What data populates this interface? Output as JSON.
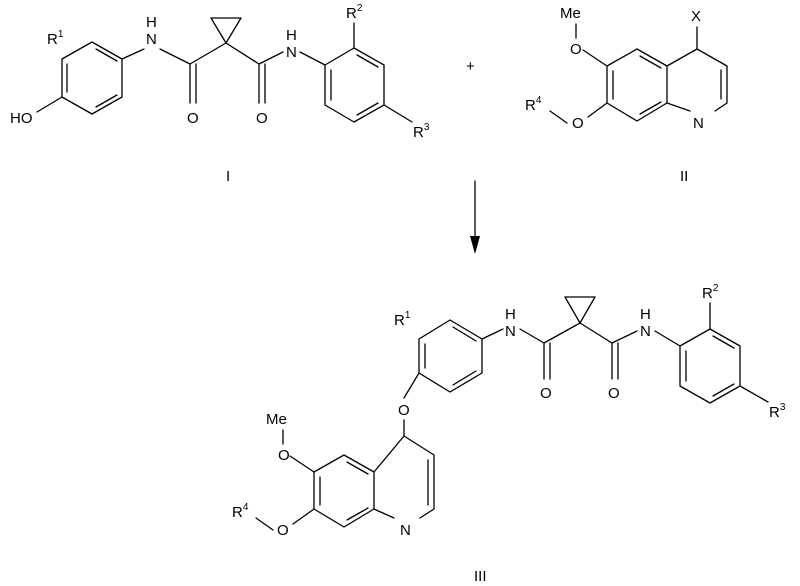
{
  "compounds": {
    "I": {
      "label": "I",
      "substituents": {
        "r1": "R",
        "r1_sup": "1",
        "r2": "R",
        "r2_sup": "2",
        "r3": "R",
        "r3_sup": "3"
      },
      "atoms": {
        "hydroxy": "HO",
        "nh_left": "N",
        "h_left": "H",
        "nh_right": "N",
        "h_right": "H",
        "o_left": "O",
        "o_right": "O"
      }
    },
    "II": {
      "label": "II",
      "atoms": {
        "methoxy": "Me",
        "o_methoxy": "O",
        "leaving_group": "X",
        "r4": "R",
        "r4_sup": "4",
        "o_r4": "O",
        "n_ring": "N"
      }
    },
    "III": {
      "label": "III",
      "substituents": {
        "r1": "R",
        "r1_sup": "1",
        "r2": "R",
        "r2_sup": "2",
        "r3": "R",
        "r3_sup": "3",
        "r4": "R",
        "r4_sup": "4"
      },
      "atoms": {
        "nh_left": "N",
        "h_left": "H",
        "nh_right": "N",
        "h_right": "H",
        "o_left": "O",
        "o_right": "O",
        "o_ether": "O",
        "methoxy": "Me",
        "o_methoxy": "O",
        "o_r4": "O",
        "n_ring": "N"
      }
    }
  },
  "plus_sign": "+"
}
